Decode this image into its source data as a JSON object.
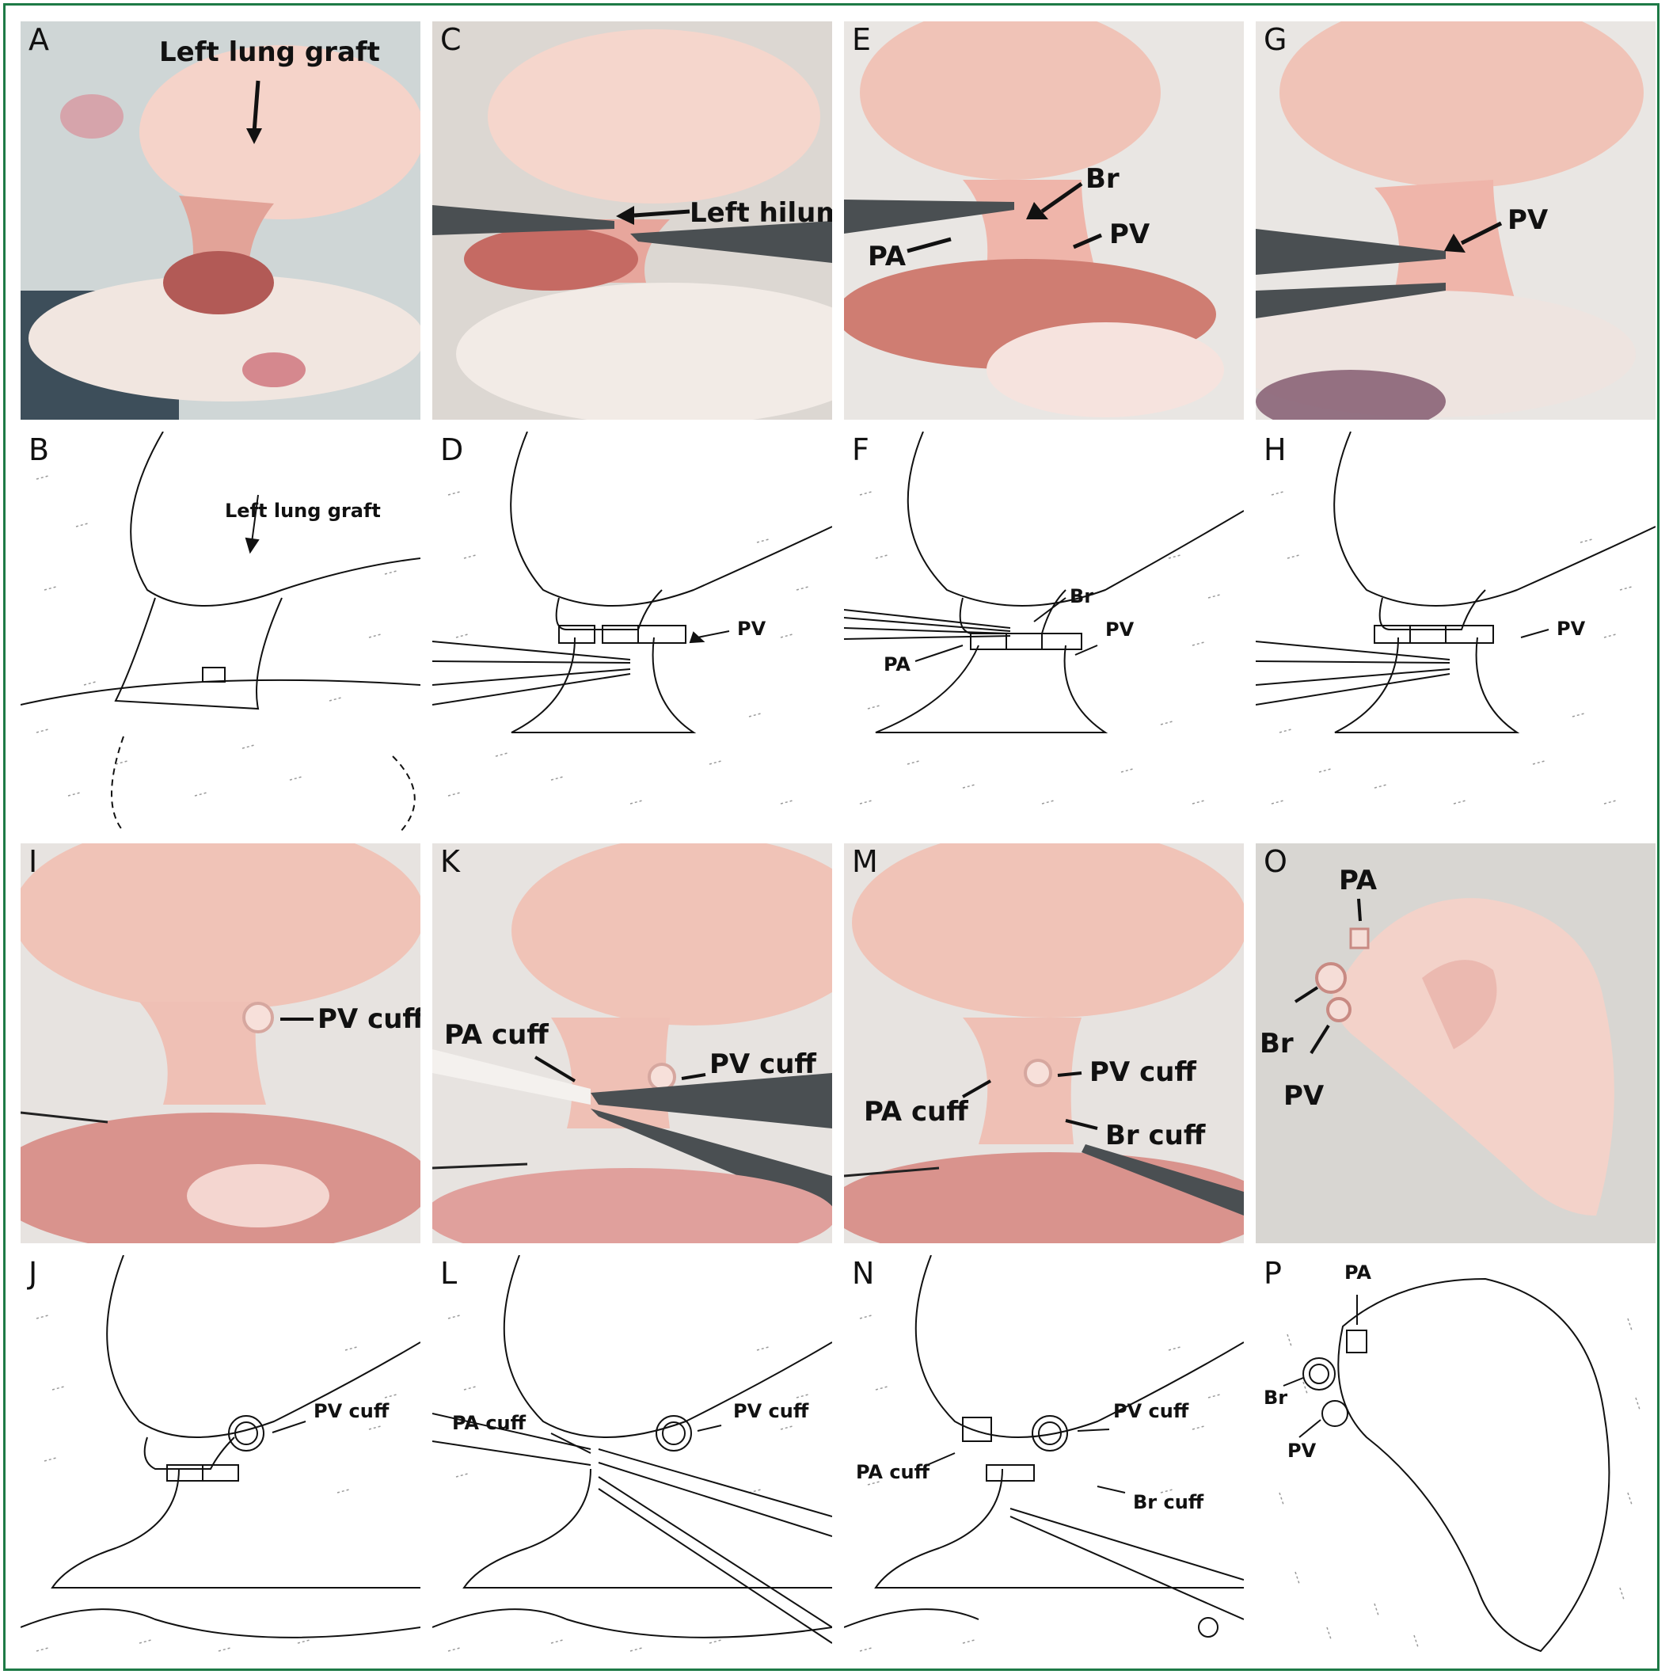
{
  "panels": {
    "A": {
      "letter": "A",
      "labels": [
        "Left lung graft"
      ]
    },
    "B": {
      "letter": "B",
      "labels": [
        "Left lung graft"
      ]
    },
    "C": {
      "letter": "C",
      "labels": [
        "Left hilum"
      ]
    },
    "D": {
      "letter": "D",
      "labels": [
        "PV"
      ]
    },
    "E": {
      "letter": "E",
      "labels": [
        "Br",
        "PV",
        "PA"
      ]
    },
    "F": {
      "letter": "F",
      "labels": [
        "Br",
        "PV",
        "PA"
      ]
    },
    "G": {
      "letter": "G",
      "labels": [
        "PV"
      ]
    },
    "H": {
      "letter": "H",
      "labels": [
        "PV"
      ]
    },
    "I": {
      "letter": "I",
      "labels": [
        "PV cuff"
      ]
    },
    "J": {
      "letter": "J",
      "labels": [
        "PV cuff"
      ]
    },
    "K": {
      "letter": "K",
      "labels": [
        "PA cuff",
        "PV cuff"
      ]
    },
    "L": {
      "letter": "L",
      "labels": [
        "PA cuff",
        "PV cuff"
      ]
    },
    "M": {
      "letter": "M",
      "labels": [
        "PV cuff",
        "PA cuff",
        "Br cuff"
      ]
    },
    "N": {
      "letter": "N",
      "labels": [
        "PV cuff",
        "PA cuff",
        "Br cuff"
      ]
    },
    "O": {
      "letter": "O",
      "labels": [
        "PA",
        "Br",
        "PV"
      ]
    },
    "P": {
      "letter": "P",
      "labels": [
        "PA",
        "Br",
        "PV"
      ]
    }
  },
  "colors": {
    "border": "#1e7a46",
    "photo_bg": "#d9d4cf",
    "tissue": "#f2c2b8",
    "tissue_dark": "#e18f86",
    "instrument": "#4a4f52"
  }
}
